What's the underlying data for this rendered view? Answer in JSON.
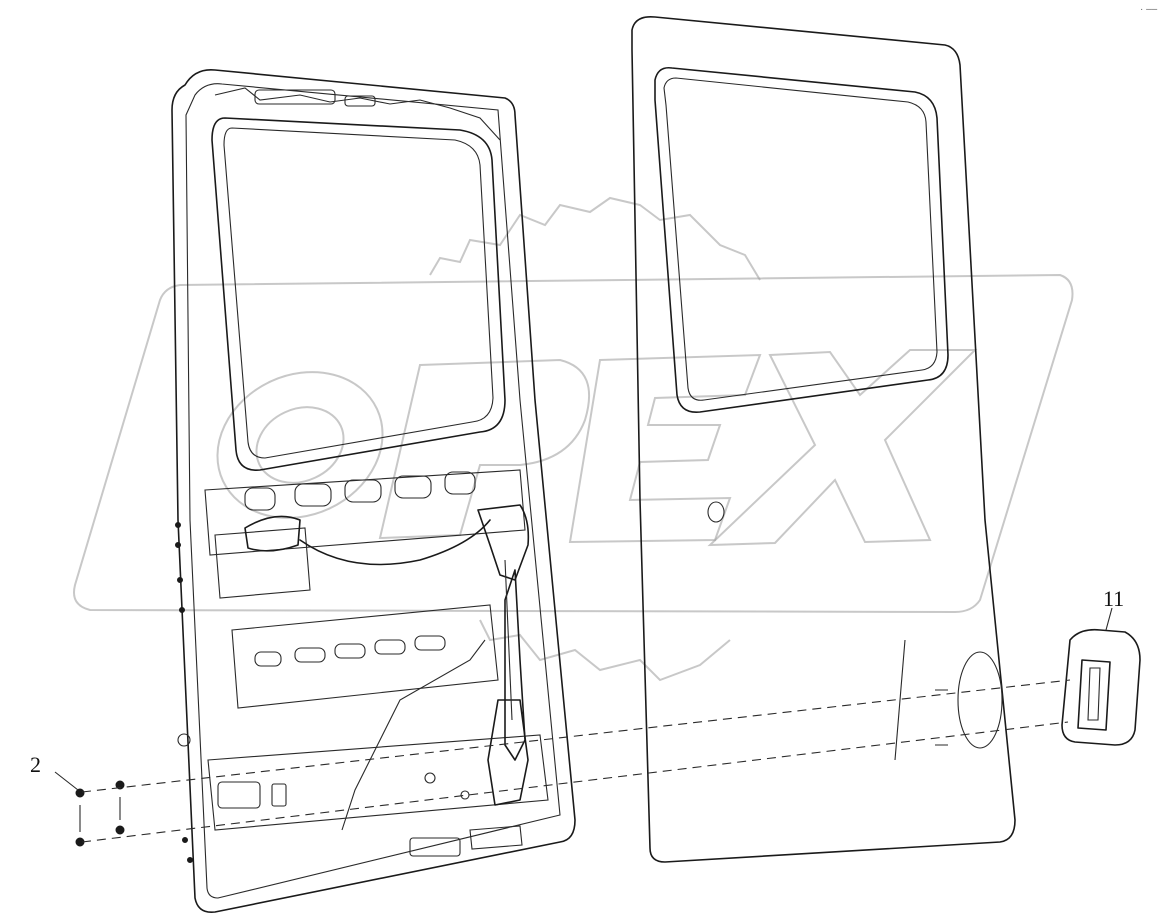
{
  "diagram": {
    "callouts": [
      {
        "id": "part-2",
        "label": "2"
      },
      {
        "id": "part-11",
        "label": "11"
      }
    ],
    "watermark": {
      "text": "OPEX",
      "color": "#9a9a9a"
    },
    "corner_mark": "· ––",
    "colors": {
      "line": "#1a1a1a",
      "background": "#ffffff"
    }
  }
}
